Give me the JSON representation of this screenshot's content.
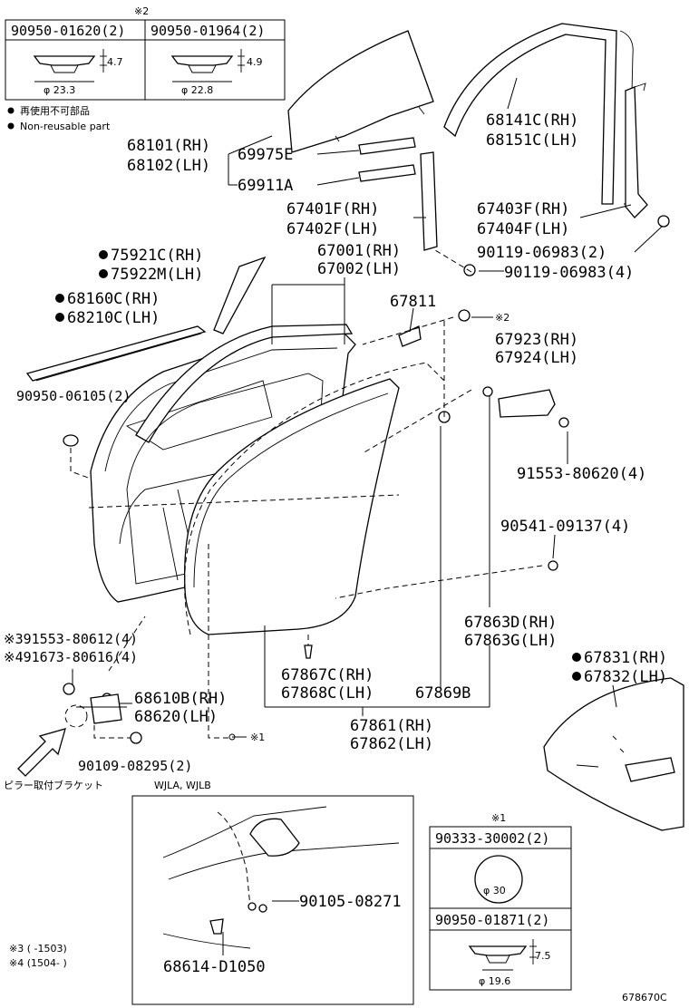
{
  "top_clips": {
    "mark": "※2",
    "items": [
      {
        "part": "90950-01620(2)",
        "height": "4.7",
        "diameter": "φ 23.3"
      },
      {
        "part": "90950-01964(2)",
        "height": "4.9",
        "diameter": "φ 22.8"
      }
    ]
  },
  "legend": {
    "line_jp": "再使用不可部品",
    "line_en": "Non-reusable part"
  },
  "labels": {
    "p68101": "68101(RH)",
    "p68102": "68102(LH)",
    "p69975": "69975E",
    "p69911": "69911A",
    "p68141": "68141C(RH)",
    "p68151": "68151C(LH)",
    "p67401": "67401F(RH)",
    "p67402": "67402F(LH)",
    "p67403": "67403F(RH)",
    "p67404": "67404F(LH)",
    "p90119a": "90119-06983(2)",
    "p90119b": "90119-06983(4)",
    "p75921": "75921C(RH)",
    "p75922": "75922M(LH)",
    "p67001": "67001(RH)",
    "p67002": "67002(LH)",
    "p68160": "68160C(RH)",
    "p68210": "68210C(LH)",
    "p67811": "67811",
    "mark2": "※2",
    "p67923": "67923(RH)",
    "p67924": "67924(LH)",
    "p90950_06105": "90950-06105(2)",
    "p91553_80620": "91553-80620(4)",
    "p90541": "90541-09137(4)",
    "p67863d": "67863D(RH)",
    "p67863g": "67863G(LH)",
    "p67831": "67831(RH)",
    "p67832": "67832(LH)",
    "p91553_80612": "※391553-80612(4)",
    "p91673": "※491673-80616(4)",
    "p68610": "68610B(RH)",
    "p68620": "68620(LH)",
    "p67867": "67867C(RH)",
    "p67868": "67868C(LH)",
    "p67869": "67869B",
    "mark1": "※1",
    "p67861": "67861(RH)",
    "p67862": "67862(LH)",
    "p90109": "90109-08295(2)",
    "pillar": "ピラー取付ブラケット",
    "wjla": "WJLA, WJLB"
  },
  "inset": {
    "p90105": "90105-08271",
    "p68614": "68614-D1050"
  },
  "notes": {
    "n3": "※3 (      -1503)",
    "n4": "※4 (1504-      )"
  },
  "bottom_table": {
    "mark": "※1",
    "row1_part": "90333-30002(2)",
    "row1_diameter": "φ 30",
    "row2_part": "90950-01871(2)",
    "row2_height": "7.5",
    "row2_diameter": "φ 19.6"
  },
  "figure_id": "678670C"
}
